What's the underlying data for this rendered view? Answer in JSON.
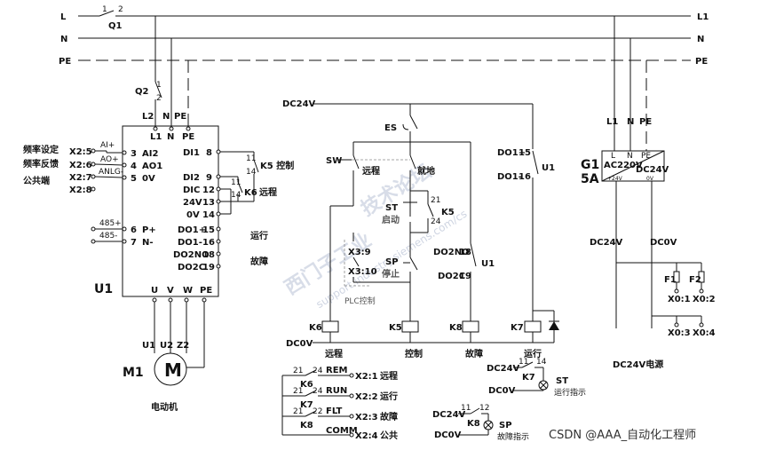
{
  "rails": {
    "l": "L",
    "n": "N",
    "pe": "PE",
    "l_right": "L1",
    "n_right": "N",
    "pe_right": "PE"
  },
  "q1": {
    "name": "Q1",
    "pin1": "1",
    "pin2": "2"
  },
  "q2": {
    "name": "Q2",
    "pin1": "1",
    "pin2": "2"
  },
  "inverter": {
    "name": "U1",
    "top_l2": "L2",
    "top_n": "N",
    "top_pe": "PE",
    "top_l1": "L1",
    "top_n2": "N",
    "top_pe2": "PE",
    "left_terms": [
      {
        "num": "3",
        "name": "AI2"
      },
      {
        "num": "4",
        "name": "AO1"
      },
      {
        "num": "5",
        "name": "0V"
      },
      {
        "num": "6",
        "name": "P+"
      },
      {
        "num": "7",
        "name": "N-"
      }
    ],
    "right_terms": [
      {
        "name": "DI1",
        "num": "8"
      },
      {
        "name": "DI2",
        "num": "9"
      },
      {
        "name": "DIC",
        "num": "12"
      },
      {
        "name": "24V",
        "num": "13"
      },
      {
        "name": "0V",
        "num": "14"
      },
      {
        "name": "DO1+",
        "num": "15"
      },
      {
        "name": "DO1-",
        "num": "16"
      },
      {
        "name": "DO2NO",
        "num": "18"
      },
      {
        "name": "DO2C",
        "num": "19"
      }
    ],
    "bottom": [
      "U",
      "V",
      "W",
      "PE"
    ]
  },
  "left_labels": {
    "freq_set": "频率设定",
    "freq_fb": "频率反馈",
    "common": "公共端",
    "x25": "X2:5",
    "x26": "X2:6",
    "x27": "X2:7",
    "x28": "X2:8",
    "ai_plus": "AI+",
    "ao_plus": "AO+",
    "anlg": "ANLG-",
    "s485p": "485+",
    "s485n": "485-"
  },
  "contacts": {
    "k5_label": "K5 控制",
    "k6_label": "K6",
    "remote": "远程",
    "run": "运行",
    "fault": "故障",
    "pin11": "11",
    "pin14": "14"
  },
  "motor": {
    "name": "M1",
    "symbol": "M",
    "u1": "U1",
    "u2": "U2",
    "z2": "Z2",
    "caption": "电动机"
  },
  "control": {
    "dc24v": "DC24V",
    "dc0v": "DC0V",
    "es": "ES",
    "sw": "SW",
    "remote": "远程",
    "local": "就地",
    "st": "ST",
    "start": "启动",
    "sp": "SP",
    "stop": "停止",
    "k5": "K5",
    "pin21": "21",
    "pin24": "24",
    "x39": "X3:9",
    "x310": "X3:10",
    "plc": "PLC控制",
    "do2no": "DO2NO",
    "do2c": "DO2C",
    "n18": "18",
    "n19": "19",
    "u1": "U1",
    "do1p": "DO1+",
    "do1m": "DO1-",
    "n15": "15",
    "n16": "16",
    "coils": [
      "K6",
      "K5",
      "K8",
      "K7"
    ],
    "coil_captions": [
      "远程",
      "控制",
      "故障",
      "运行"
    ]
  },
  "signals": [
    {
      "relay": "K6",
      "tag": "REM",
      "term": "X2:1",
      "desc": "远程"
    },
    {
      "relay": "K7",
      "tag": "RUN",
      "term": "X2:2",
      "desc": "运行"
    },
    {
      "relay": "K8",
      "tag": "FLT",
      "term": "X2:3",
      "desc": "故障"
    },
    {
      "relay": "",
      "tag": "COMM",
      "term": "X2:4",
      "desc": "公共"
    }
  ],
  "sig_pins": {
    "p21": "21",
    "p24": "24",
    "p22": "22"
  },
  "lamps": {
    "run": {
      "dc24v": "DC24V",
      "relay": "K7",
      "p11": "11",
      "p14": "14",
      "name": "ST",
      "desc": "运行指示",
      "dc0v": "DC0V"
    },
    "fault": {
      "dc24v": "DC24V",
      "relay": "K8",
      "p11": "11",
      "p12": "12",
      "name": "SP",
      "desc": "故障指示",
      "dc0v": "DC0V"
    }
  },
  "psu": {
    "name": "G1",
    "rating": "5A",
    "in": "AC220V",
    "out": "DC24V",
    "t_l": "L",
    "t_n": "N",
    "t_pe": "PE",
    "t_p": "+24V",
    "t_0": "0V",
    "top_l1": "L1",
    "top_n": "N",
    "top_pe": "PE",
    "dc24v": "DC24V",
    "dc0v": "DC0V",
    "f1": "F1",
    "f2": "F2",
    "x01": "X0:1",
    "x02": "X0:2",
    "x03": "X0:3",
    "x04": "X0:4",
    "caption": "DC24V电源"
  },
  "watermark": [
    "西门子工业",
    "技术论坛",
    "support.industry.siemens.com/cs"
  ],
  "credit": "CSDN @AAA_自动化工程师"
}
